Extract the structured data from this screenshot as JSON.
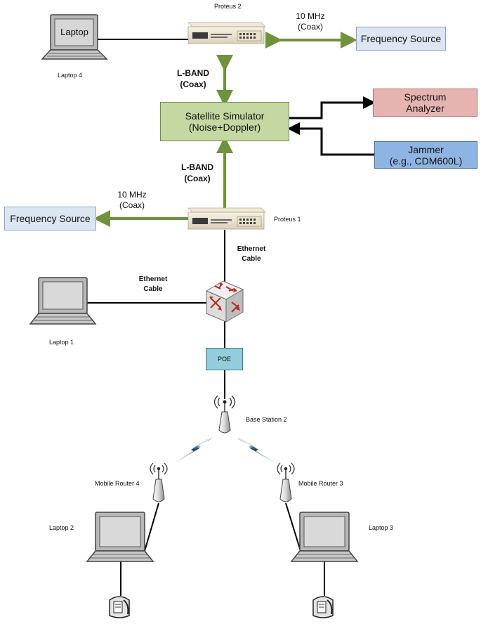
{
  "proteus2": {
    "label": "Proteus 2"
  },
  "proteus1": {
    "label": "Proteus 1"
  },
  "laptop4": {
    "label": "Laptop 4",
    "screen_text": "Laptop"
  },
  "laptop1": {
    "label": "Laptop 1"
  },
  "laptop2": {
    "label": "Laptop 2"
  },
  "laptop3": {
    "label": "Laptop 3"
  },
  "freq_source_top": {
    "label": "Frequency Source",
    "link_line1": "10 MHz",
    "link_line2": "(Coax)"
  },
  "freq_source_left": {
    "label": "Frequency Source",
    "link_line1": "10 MHz",
    "link_line2": "(Coax)"
  },
  "lband_top": {
    "line1": "L-BAND",
    "line2": "(Coax)"
  },
  "lband_bottom": {
    "line1": "L-BAND",
    "line2": "(Coax)"
  },
  "satellite_simulator": {
    "line1": "Satellite Simulator",
    "line2": "(Noise+Doppler)"
  },
  "spectrum_analyzer": {
    "line1": "Spectrum",
    "line2": "Analyzer"
  },
  "jammer": {
    "line1": "Jammer",
    "line2": "(e.g., CDM600L)"
  },
  "ethernet_vertical": {
    "line1": "Ethernet",
    "line2": "Cable"
  },
  "ethernet_horizontal": {
    "line1": "Ethernet",
    "line2": "Cable"
  },
  "poe": {
    "label": "POE"
  },
  "base_station": {
    "label": "Base Station 2"
  },
  "mobile_router_4": {
    "label": "Mobile Router 4"
  },
  "mobile_router_3": {
    "label": "Mobile Router 3"
  },
  "colors": {
    "link_green": "#70923c",
    "sim_fill": "#c4d9a2",
    "sim_border": "#6f8a4a",
    "spectrum_fill": "#e6b4b0",
    "spectrum_border": "#b86f6a",
    "jammer_fill": "#8eb4e3",
    "jammer_border": "#4a6fa5",
    "freq_fill": "#dce5f2",
    "freq_border": "#8ea2c2",
    "poe_fill": "#93cddd",
    "poe_border": "#3b7c8f"
  }
}
